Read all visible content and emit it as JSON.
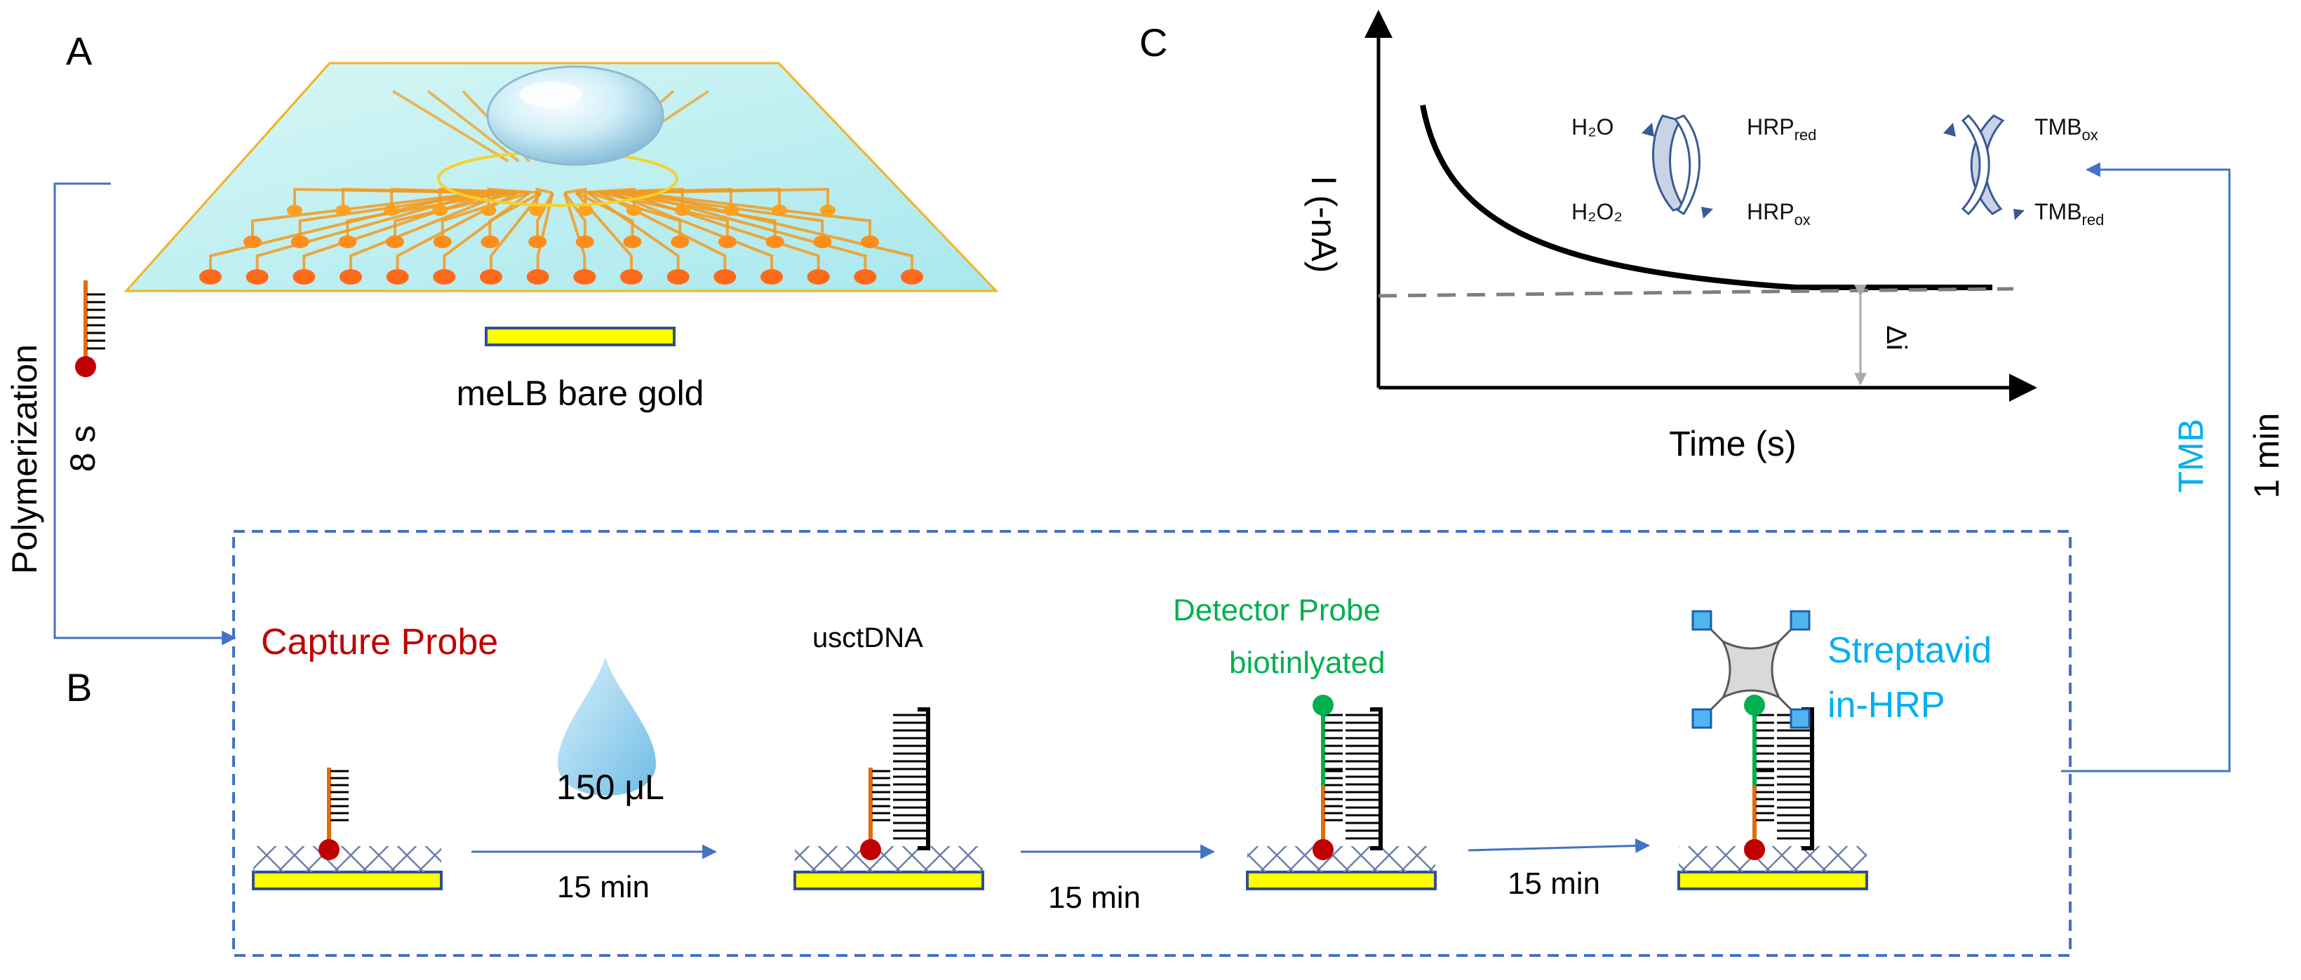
{
  "panels": {
    "a": "A",
    "b": "B",
    "c": "C"
  },
  "panel_a": {
    "chip_label": "meLB bare gold"
  },
  "left_arrow": {
    "label": "Polymerization",
    "time": "8 s"
  },
  "right_arrow": {
    "label": "TMB",
    "time": "1 min"
  },
  "panel_c": {
    "y_label": "I (-nA)",
    "x_label": "Time (s)",
    "delta_label": "Δi",
    "cycle": {
      "h2o": "H₂O",
      "h2o2": "H₂O₂",
      "hrp_red": "HRP",
      "hrp_red_sub": "red",
      "hrp_ox": "HRP",
      "hrp_ox_sub": "ox",
      "tmb_ox": "TMB",
      "tmb_ox_sub": "ox",
      "tmb_red": "TMB",
      "tmb_red_sub": "red"
    }
  },
  "panel_b": {
    "capture_probe": "Capture Probe",
    "volume": "150 μL",
    "target": "usctDNA",
    "detector_line1": "Detector Probe",
    "detector_line2": "biotinlyated",
    "strep_line1": "Streptavid",
    "strep_line2": "in-HRP",
    "step1_time": "15 min",
    "step2_time": "15 min",
    "step3_time": "15 min"
  },
  "colors": {
    "capture_red": "#c00000",
    "detector_green": "#00b050",
    "strep_blue": "#00b0f0",
    "arrow_blue": "#4472c4",
    "gold_yellow": "#ffff00",
    "chip_cyan": "#b9eef0"
  }
}
